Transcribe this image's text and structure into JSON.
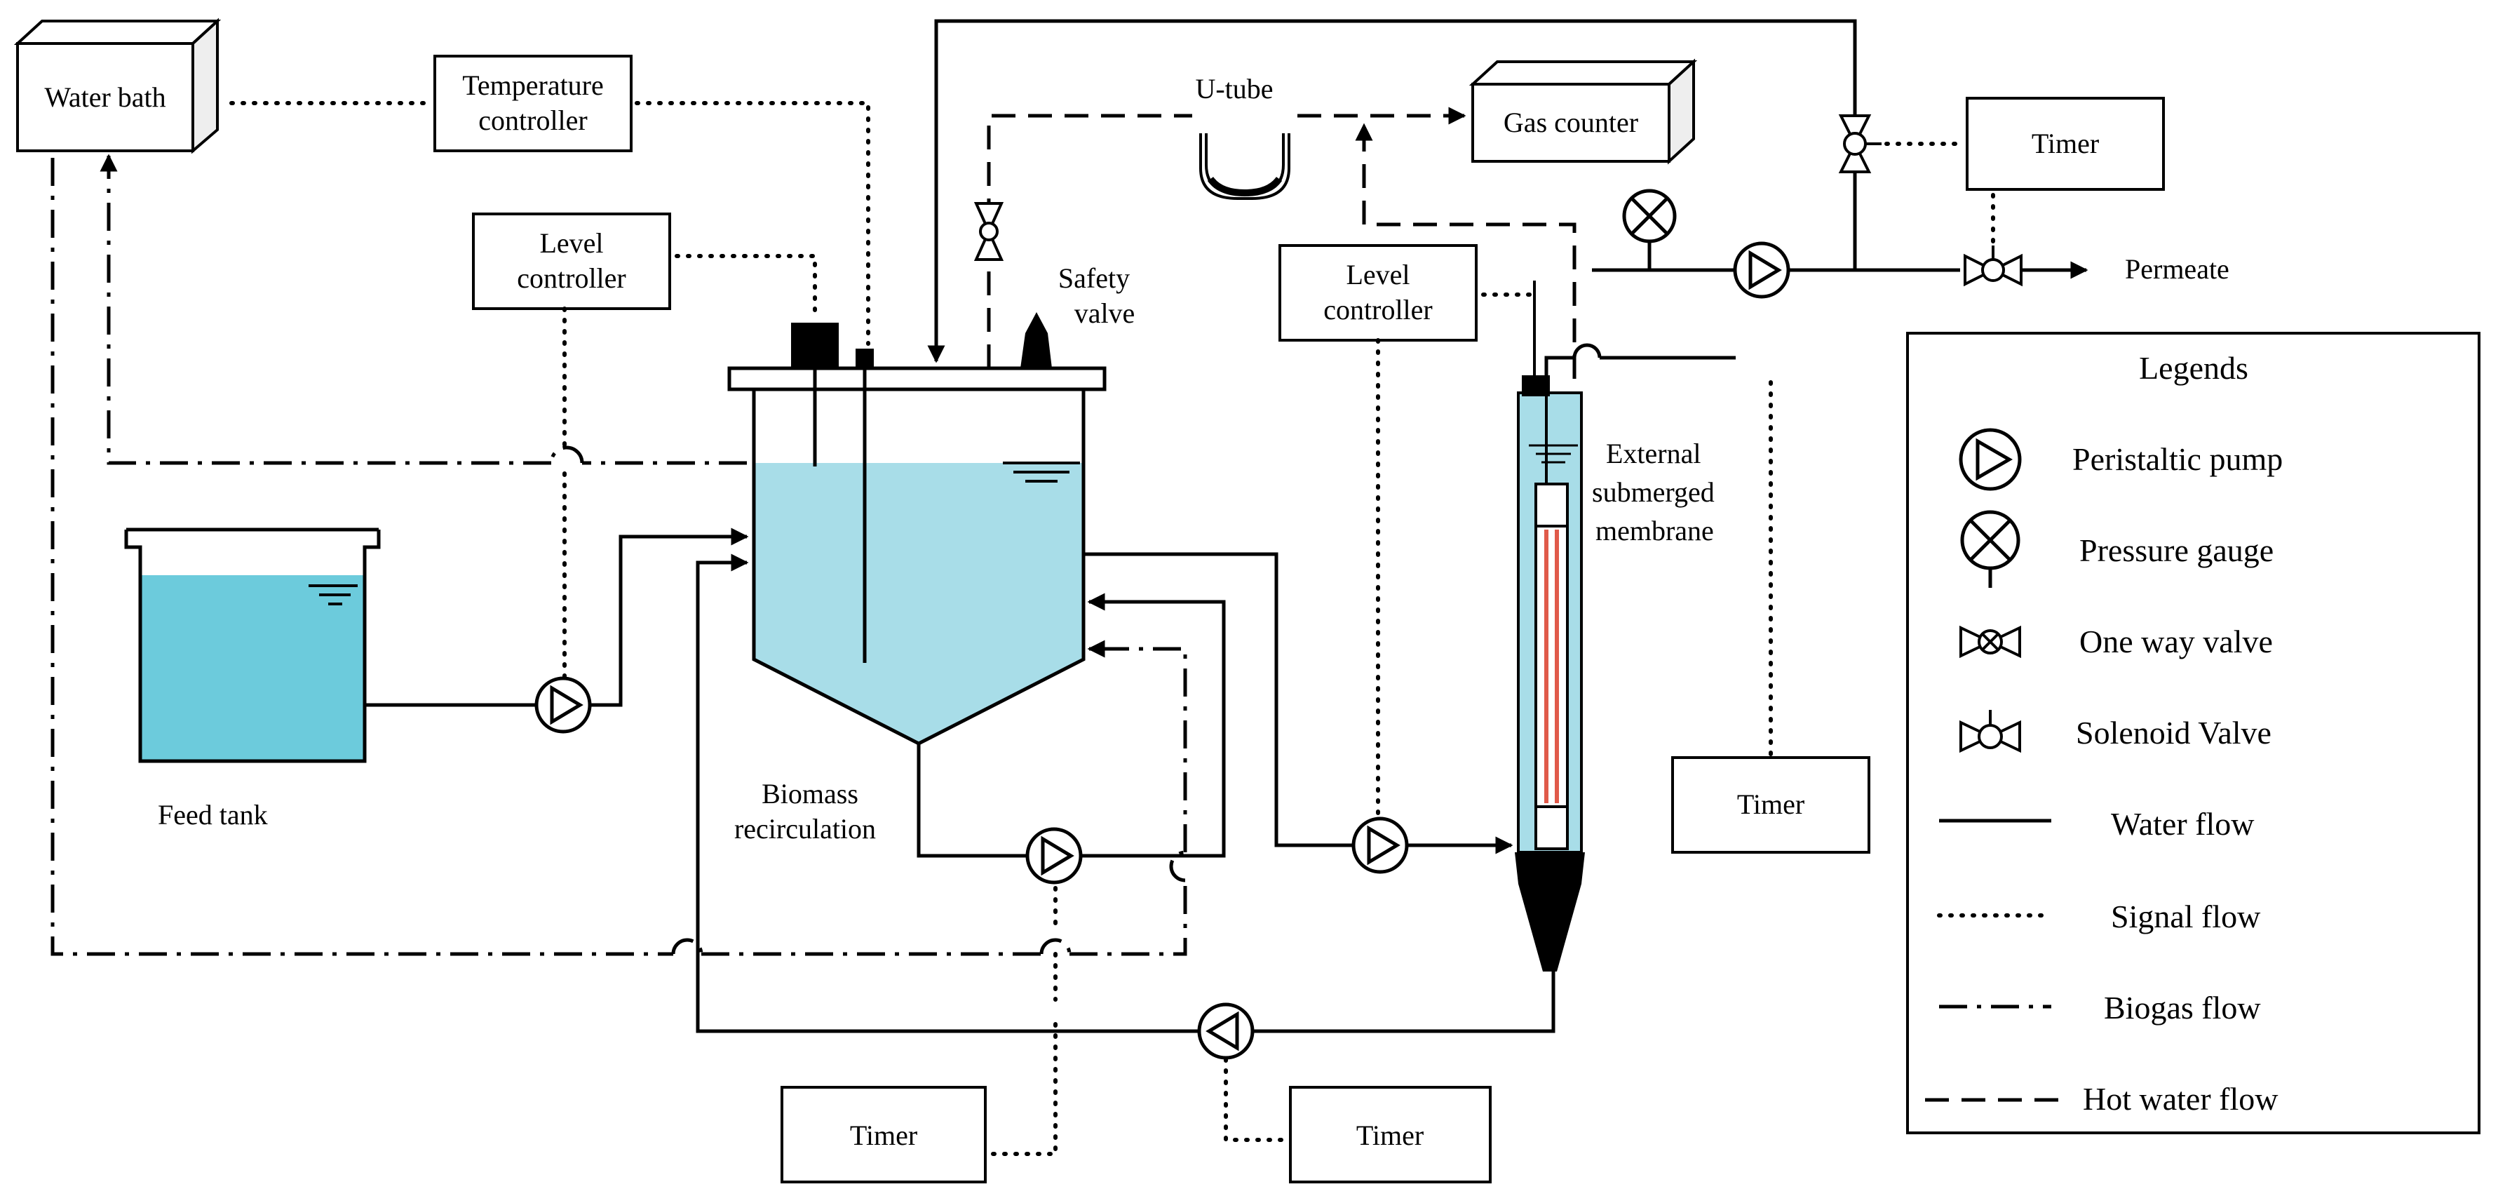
{
  "labels": {
    "water_bath": "Water bath",
    "temperature_controller": [
      "Temperature",
      "controller"
    ],
    "level_controller_left": [
      "Level",
      "controller"
    ],
    "level_controller_right": [
      "Level",
      "controller"
    ],
    "u_tube": "U-tube",
    "gas_counter": "Gas counter",
    "safety_valve": [
      "Safety",
      "valve"
    ],
    "timer_top_right": "Timer",
    "permeate": "Permeate",
    "external_membrane": [
      "External",
      "submerged",
      "membrane"
    ],
    "timer_right": "Timer",
    "feed_tank": "Feed tank",
    "biomass_recirculation": [
      "Biomass",
      "recirculation"
    ],
    "timer_bottom_left": "Timer",
    "timer_bottom_right": "Timer"
  },
  "legend": {
    "title": "Legends",
    "items": [
      {
        "symbol": "peristaltic-pump",
        "label": "Peristaltic pump"
      },
      {
        "symbol": "pressure-gauge",
        "label": "Pressure gauge"
      },
      {
        "symbol": "one-way-valve",
        "label": "One way valve"
      },
      {
        "symbol": "solenoid-valve",
        "label": "Solenoid Valve"
      },
      {
        "symbol": "solid-line",
        "label": "Water flow"
      },
      {
        "symbol": "dotted-line",
        "label": "Signal flow"
      },
      {
        "symbol": "dash-dot-line",
        "label": "Biogas flow"
      },
      {
        "symbol": "dashed-line",
        "label": "Hot water flow"
      }
    ]
  },
  "colors": {
    "reactor_liquid": "#a8dde8",
    "feed_liquid": "#6ccbdc",
    "membrane_fibers": "#e05a4a",
    "line": "#000000"
  }
}
